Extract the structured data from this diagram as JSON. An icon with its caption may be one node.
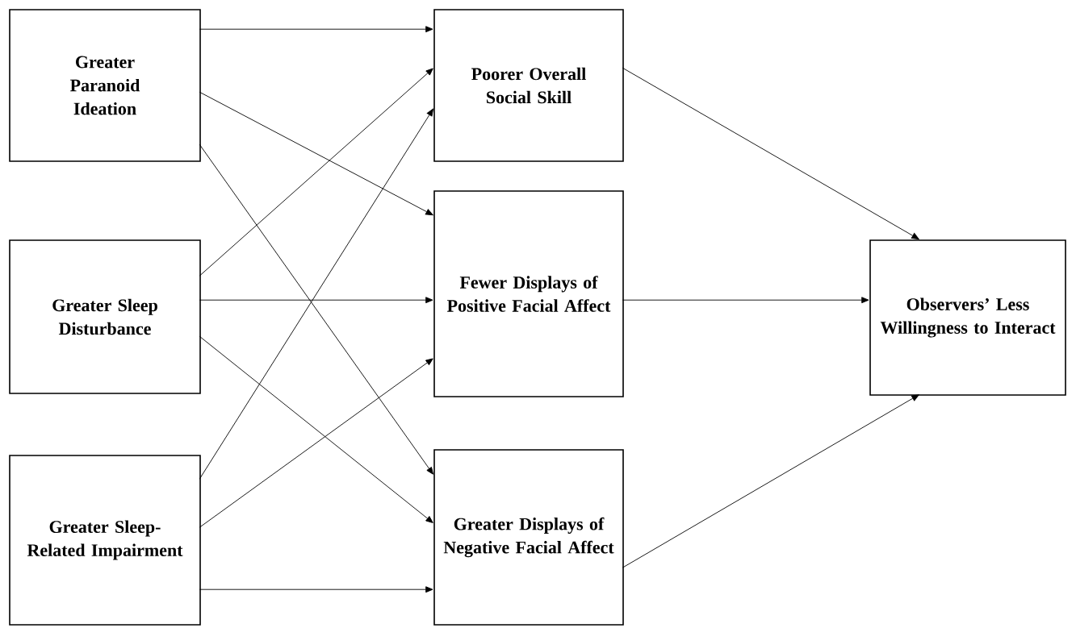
{
  "diagram": {
    "nodes": [
      {
        "text": [
          "Greater Paranoid Ideation"
        ]
      },
      {
        "text": [
          "Greater Sleep Disturbance"
        ]
      },
      {
        "text": [
          "Greater Sleep-Related Impairment"
        ]
      },
      {
        "text": [
          "Poorer Overall Social Skill"
        ]
      },
      {
        "text": [
          "Fewer Displays of Positive Facial Affect"
        ]
      },
      {
        "text": [
          "Greater Displays of Negative Facial Affect"
        ]
      },
      {
        "text": [
          "Observers’ Less Willingness to Interact"
        ]
      }
    ],
    "edges": [
      {
        "from": 0,
        "to": 3,
        "arrow": "to"
      },
      {
        "from": 0,
        "to": 4,
        "arrow": "to"
      },
      {
        "from": 0,
        "to": 5,
        "arrow": "to"
      },
      {
        "from": 1,
        "to": 3,
        "arrow": "to"
      },
      {
        "from": 1,
        "to": 4,
        "arrow": "to"
      },
      {
        "from": 1,
        "to": 5,
        "arrow": "to"
      },
      {
        "from": 2,
        "to": 3,
        "arrow": "to"
      },
      {
        "from": 2,
        "to": 4,
        "arrow": "to"
      },
      {
        "from": 2,
        "to": 5,
        "arrow": "to"
      },
      {
        "from": 3,
        "to": 6,
        "arrow": "to"
      },
      {
        "from": 4,
        "to": 6,
        "arrow": "to"
      },
      {
        "from": 5,
        "to": 6,
        "arrow": "to"
      }
    ]
  }
}
